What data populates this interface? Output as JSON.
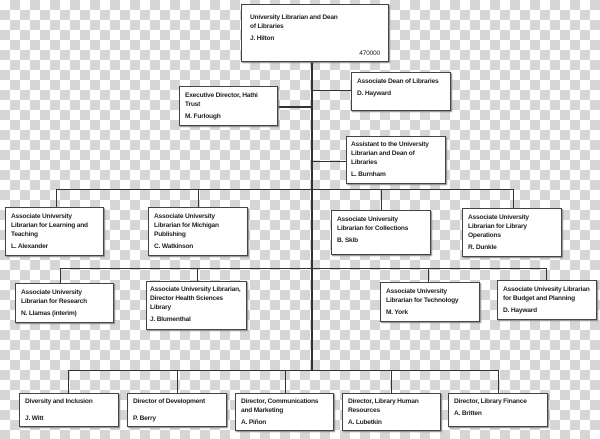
{
  "top": {
    "title": "University Librarian and Dean of Libraries",
    "name": "J. Hilton",
    "code": "470000"
  },
  "staff": [
    {
      "title": "Associate Dean of Libraries",
      "name": "D. Hayward"
    },
    {
      "title": "Executive Director, Hathi Trust",
      "name": "M. Furlough"
    },
    {
      "title": "Assistant to the University Librarian and Dean of Libraries",
      "name": "L. Burnham"
    }
  ],
  "row1": [
    {
      "title": "Associate University Librarian for Learning and Teaching",
      "name": "L. Alexander"
    },
    {
      "title": "Associate University Librarian for Michigan Publishing",
      "name": "C. Watkinson"
    },
    {
      "title": "Associate University Librarian for Collections",
      "name": "B. Skib"
    },
    {
      "title": "Associate University Librarian for Library Operations",
      "name": "R. Dunkle"
    }
  ],
  "row2": [
    {
      "title": "Associate University Librarian for Research",
      "name": "N. Llamas (interim)"
    },
    {
      "title": "Associate University Librarian, Director Health Sciences Library",
      "name": "J. Blumenthal"
    },
    {
      "title": "Associate University Librarian for Technology",
      "name": "M. York"
    },
    {
      "title": "Associate Univesity Librarian for Budget and Planning",
      "name": "D. Hayward"
    }
  ],
  "row3": [
    {
      "title": "Diversity and Inclusion",
      "name": "J. Witt"
    },
    {
      "title": "Director of Development",
      "name": "P. Berry"
    },
    {
      "title": "Director, Communications and Marketing",
      "name": "A. Piñon"
    },
    {
      "title": "Director, Library Human Resources",
      "name": "A. Lubetkin"
    },
    {
      "title": "Director, Library Finance",
      "name": "A. Britten"
    }
  ]
}
